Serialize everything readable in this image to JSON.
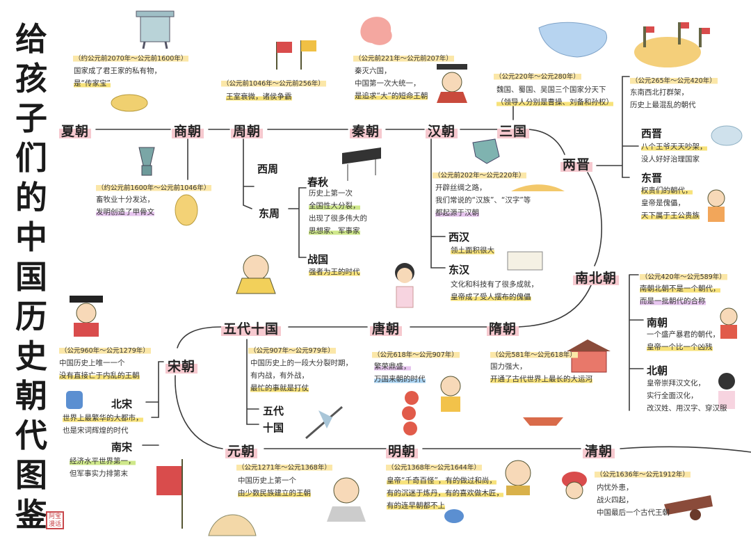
{
  "title": [
    "给",
    "孩",
    "子",
    "们",
    "的",
    "中",
    "国",
    "历",
    "史",
    "朝",
    "代",
    "图",
    "鉴"
  ],
  "seal_text": "阿宝漫话",
  "colors": {
    "line": "#3a3a3a",
    "dynasty_highlight": "#f6c9cf",
    "date_highlight": "#fbe7a8",
    "red": "#c9474b"
  },
  "dynasties": {
    "xia": "夏朝",
    "shang": "商朝",
    "zhou": "周朝",
    "qin": "秦朝",
    "han": "汉朝",
    "sanguo": "三国",
    "liangjin": "两晋",
    "nanbeichao": "南北朝",
    "sui": "隋朝",
    "tang": "唐朝",
    "wudai": "五代十国",
    "song": "宋朝",
    "yuan": "元朝",
    "ming": "明朝",
    "qing": "清朝"
  },
  "subs": {
    "xizhou": "西周",
    "dongzhou": "东周",
    "chunqiu": "春秋",
    "zhanguo": "战国",
    "xihan": "西汉",
    "donghan": "东汉",
    "xijin": "西晋",
    "dongjin": "东晋",
    "nanchao": "南朝",
    "beichao": "北朝",
    "wudai": "五代",
    "shiguo": "十国",
    "beisong": "北宋",
    "nansong": "南宋"
  },
  "dates": {
    "xia": "（约公元前2070年～公元前1600年）",
    "shang": "（约公元前1600年～公元前1046年）",
    "zhou": "（公元前1046年～公元前256年）",
    "qin": "（公元前221年～公元前207年）",
    "han": "（公元前202年～公元220年）",
    "sanguo": "（公元220年～公元280年）",
    "liangjin": "（公元265年～公元420年）",
    "nanbeichao": "（公元420年～公元589年）",
    "sui": "（公元581年～公元618年）",
    "tang": "（公元618年～公元907年）",
    "wudai": "（公元907年～公元979年）",
    "song": "（公元960年～公元1279年）",
    "yuan": "（公元1271年～公元1368年）",
    "ming": "（公元1368年～公元1644年）",
    "qing": "（公元1636年～公元1912年）"
  },
  "notes": {
    "xia": [
      "国家成了君王家的私有物，",
      "是“传家宝”"
    ],
    "shang": [
      "畜牧业十分发达，",
      "发明创造了甲骨文"
    ],
    "zhou": [
      "王室衰微，诸侯争霸"
    ],
    "chunqiu": [
      "历史上第一次",
      "全国性大分裂，",
      "出现了很多伟大的",
      "思想家、军事家"
    ],
    "zhanguo": [
      "强者为王的时代"
    ],
    "qin": [
      "秦灭六国，",
      "中国第一次大统一，",
      "是追求“大”的短命王朝"
    ],
    "han": [
      "开辟丝绸之路，",
      "我们常说的“汉族”、“汉字”等",
      "都起源于汉朝"
    ],
    "xihan": [
      "领土面积很大"
    ],
    "donghan": [
      "文化和科技有了很多成就，",
      "皇帝成了受人摆布的傀儡"
    ],
    "sanguo": [
      "魏国、蜀国、吴国三个国家分天下",
      "（领导人分别是曹操、刘备和孙权）"
    ],
    "liangjin": [
      "东南西北打群架，",
      "历史上最混乱的朝代"
    ],
    "xijin": [
      "八个王爷天天吵架，",
      "没人好好治理国家"
    ],
    "dongjin": [
      "权贵们的朝代，",
      "皇帝是傀儡，",
      "天下属于王公贵族"
    ],
    "nanbeichao": [
      "南朝北朝不是一个朝代，",
      "而是一批朝代的合称"
    ],
    "nanchao": [
      "一个盛产暴君的朝代，",
      "皇帝一个比一个凶残"
    ],
    "beichao": [
      "皇帝崇拜汉文化，",
      "实行全面汉化，",
      "改汉姓、用汉字、穿汉服"
    ],
    "sui": [
      "国力强大，",
      "开通了古代世界上最长的大运河"
    ],
    "tang": [
      "繁荣鼎盛，",
      "万国来朝的时代"
    ],
    "wudai": [
      "中国历史上的一段大分裂时期，",
      "有内战，有外战，",
      "最忙的事就是打仗"
    ],
    "song": [
      "中国历史上唯一一个",
      "没有直接亡于内乱的王朝"
    ],
    "beisong": [
      "世界上最繁华的大都市，",
      "也是宋词辉煌的时代"
    ],
    "nansong": [
      "经济水平世界第一，",
      "但军事实力排第末"
    ],
    "yuan": [
      "中国历史上第一个",
      "由少数民族建立的王朝"
    ],
    "ming": [
      "皇帝“千奇百怪”，有的做过和尚，",
      "有的沉迷于炼丹，有的喜欢做木匠，",
      "有的连早朝都不上"
    ],
    "qing": [
      "内忧外患，",
      "战火四起，",
      "中国最后一个古代王朝"
    ]
  }
}
